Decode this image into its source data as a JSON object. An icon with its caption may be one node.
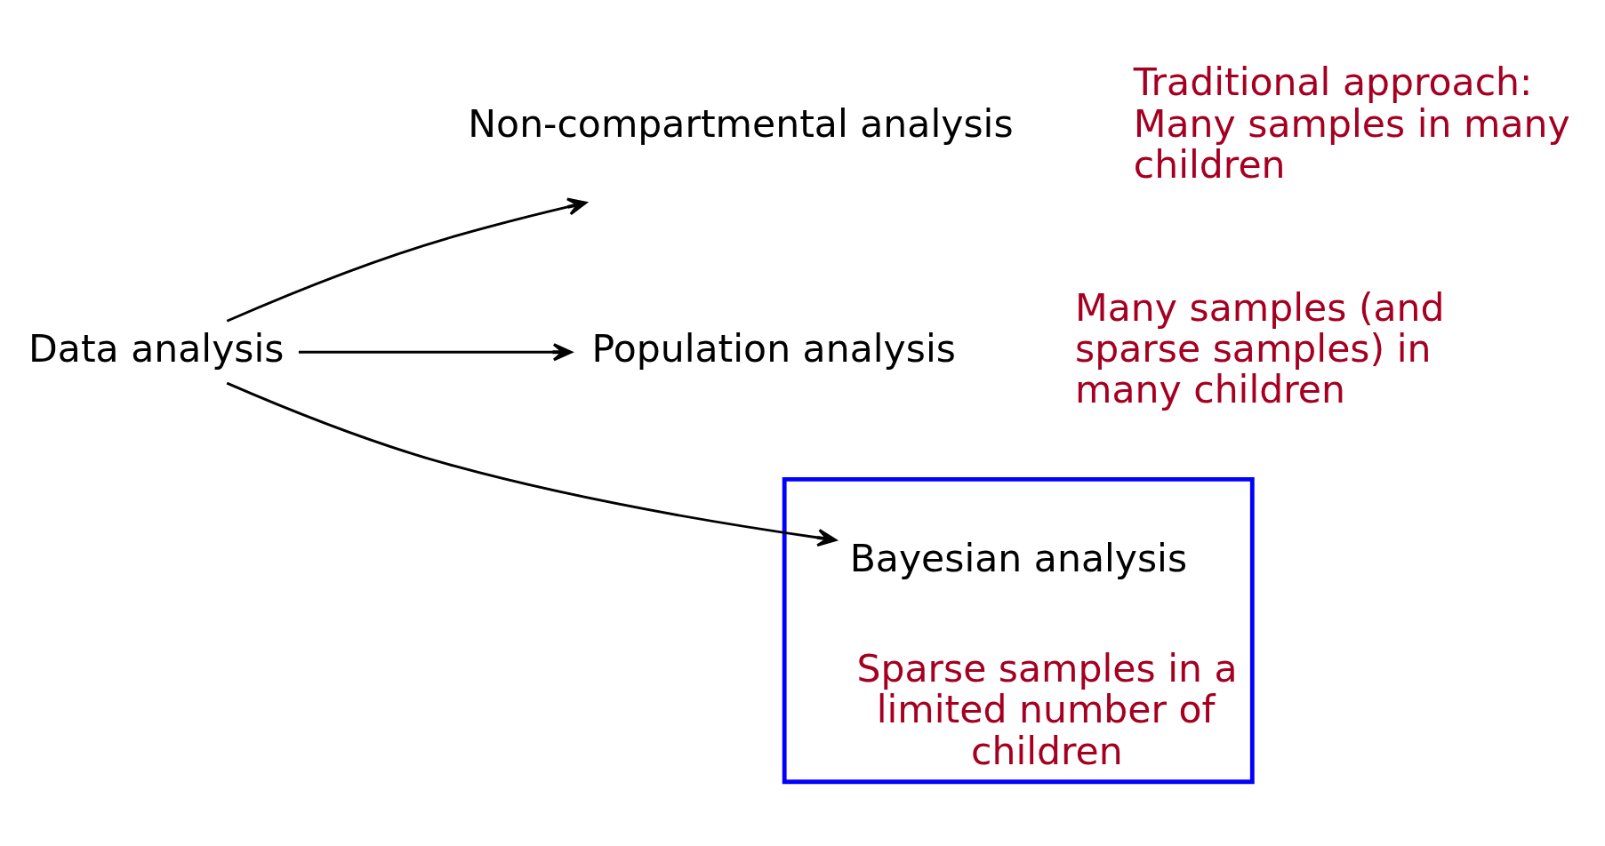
{
  "diagram": {
    "nodes": [
      {
        "text": [
          "Data analysis"
        ]
      },
      {
        "text": [
          "Non-compartmental analysis"
        ],
        "beside": [
          "Traditional approach: Many samples in many children"
        ]
      },
      {
        "text": [
          "Population analysis"
        ],
        "beside": [
          "Many samples (and sparse samples) in many children"
        ]
      },
      {
        "text": [
          "Sparse samples in a limited number of children"
        ]
      },
      {
        "text": [
          "Bayesian analysis"
        ],
        "in": 3
      }
    ],
    "edges": [
      {
        "from": 0,
        "to": 1,
        "arrow": "to"
      },
      {
        "from": 0,
        "to": 2,
        "arrow": "to"
      },
      {
        "from": 0,
        "to": 4,
        "arrow": "to"
      }
    ]
  }
}
